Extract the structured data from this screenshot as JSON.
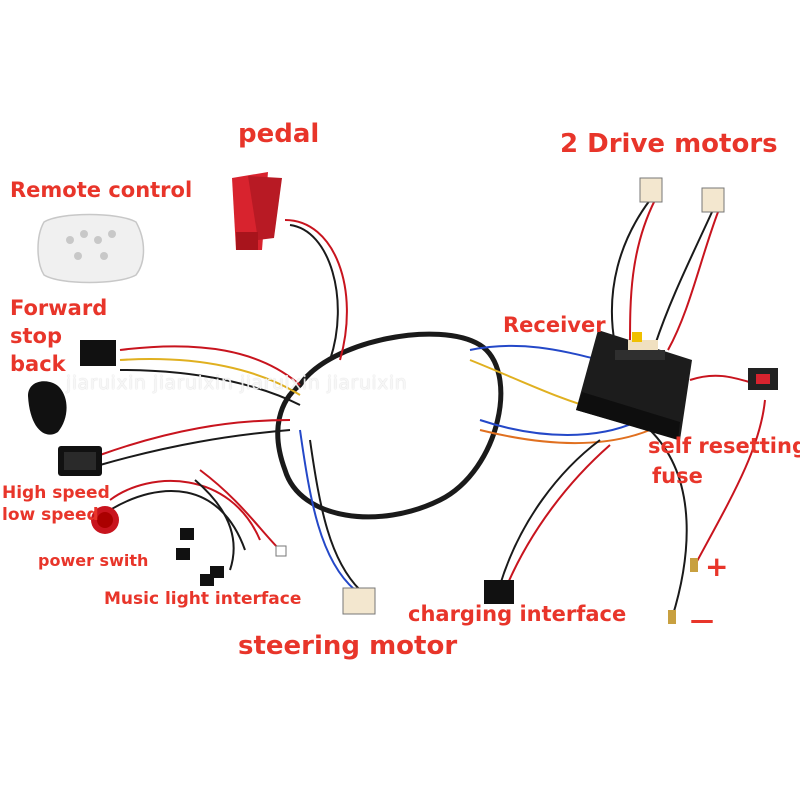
{
  "labels": {
    "pedal": "pedal",
    "drive_motors": "2 Drive motors",
    "remote_control": "Remote control",
    "forward": "Forward",
    "stop": "stop",
    "back": "back",
    "receiver": "Receiver",
    "fuse_1": "self resetting",
    "fuse_2": "fuse",
    "high_speed": "High speed",
    "low_speed": "low speed",
    "power_switch": "power swith",
    "music_light": "Music light interface",
    "charging": "charging interface",
    "steering": "steering motor",
    "plus": "+",
    "minus": "—"
  },
  "watermark": "jiaruixin jiaruixin jiaruixin  jiaruixin",
  "colors": {
    "label": "#e8352a",
    "wire_black": "#1a1a1a",
    "wire_red": "#c8141e",
    "wire_blue": "#2448c8",
    "wire_yellow": "#e0b020",
    "wire_orange": "#e07020"
  }
}
